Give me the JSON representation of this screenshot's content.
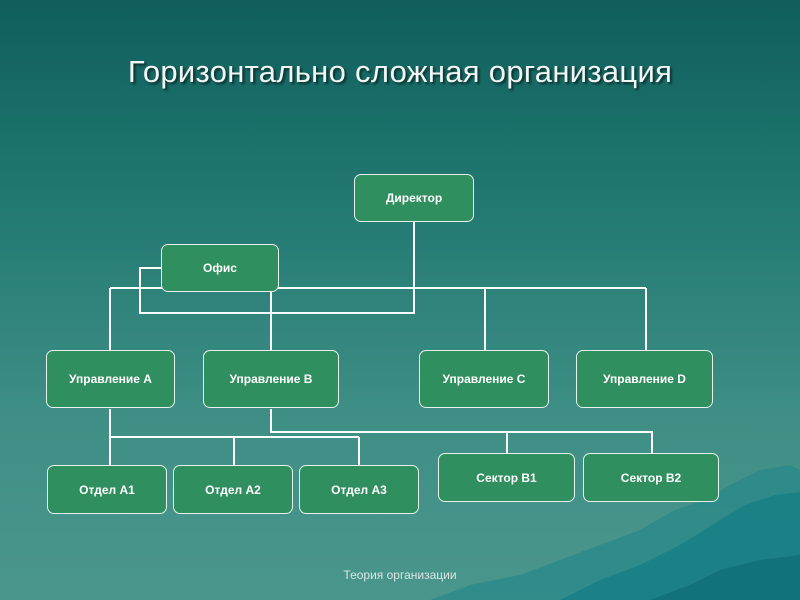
{
  "title": "Горизонтально сложная организация",
  "footer": "Теория организации",
  "nodes": {
    "director": "Директор",
    "office": "Офис",
    "dept_a": "Управление A",
    "dept_b": "Управление B",
    "dept_c": "Управление C",
    "dept_d": "Управление D",
    "unit_a1": "Отдел A1",
    "unit_a2": "Отдел A2",
    "unit_a3": "Отдел A3",
    "sector_b1": "Сектор B1",
    "sector_b2": "Сектор B2"
  },
  "colors": {
    "box_fill": "#2f8f5e",
    "line": "#ffffff",
    "background": "#1f6f69"
  }
}
